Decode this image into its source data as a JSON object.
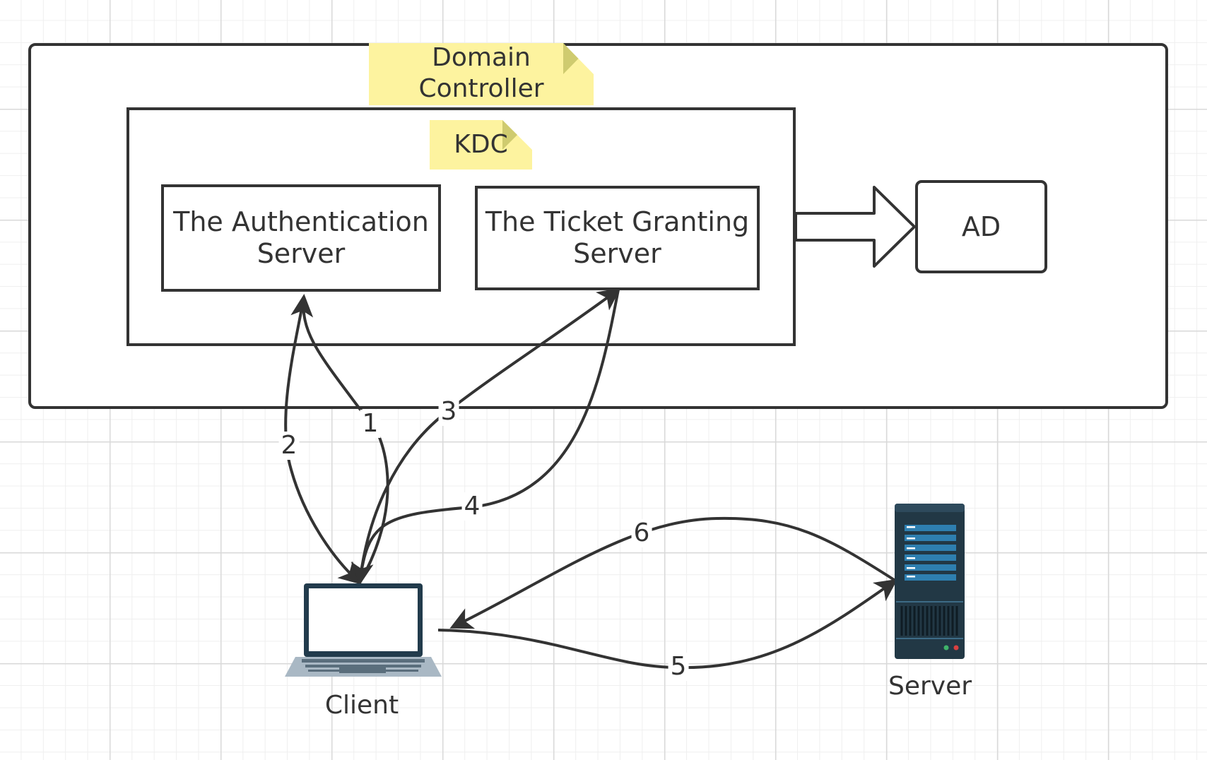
{
  "domain_controller": {
    "title": "Domain\nController"
  },
  "kdc": {
    "title": "KDC"
  },
  "authentication_server": {
    "label": "The Authentication\nServer"
  },
  "ticket_granting_server": {
    "label": "The Ticket Granting\nServer"
  },
  "ad": {
    "label": "AD"
  },
  "client": {
    "label": "Client"
  },
  "server": {
    "label": "Server"
  },
  "steps": {
    "s1": "1",
    "s2": "2",
    "s3": "3",
    "s4": "4",
    "s5": "5",
    "s6": "6"
  },
  "colors": {
    "line": "#333333",
    "note": "#fdf39f",
    "note_fold": "#cfcb6f",
    "server_body": "#223845",
    "server_slot": "#2e7fb0",
    "laptop_frame": "#223b4c"
  }
}
